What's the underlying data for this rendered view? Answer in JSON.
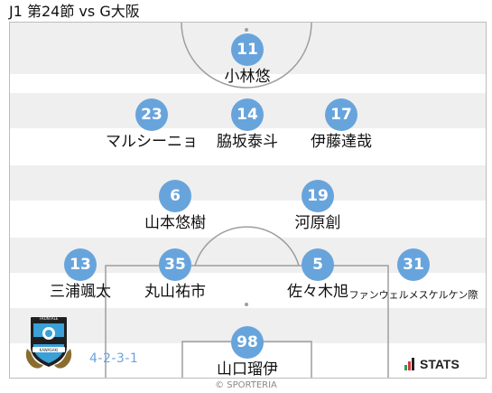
{
  "header": {
    "title": "J1 第24節 vs G大阪"
  },
  "formation": "4-2-3-1",
  "players": [
    {
      "number": "11",
      "name": "小林悠"
    },
    {
      "number": "23",
      "name": "マルシーニョ"
    },
    {
      "number": "14",
      "name": "脇坂泰斗"
    },
    {
      "number": "17",
      "name": "伊藤達哉"
    },
    {
      "number": "6",
      "name": "山本悠樹"
    },
    {
      "number": "19",
      "name": "河原創"
    },
    {
      "number": "13",
      "name": "三浦颯太"
    },
    {
      "number": "35",
      "name": "丸山祐市"
    },
    {
      "number": "5",
      "name": "佐々木旭"
    },
    {
      "number": "31",
      "name": "ファンウェルメスケルケン際"
    },
    {
      "number": "98",
      "name": "山口瑠伊"
    }
  ],
  "brand": {
    "stats_label": "STATS"
  },
  "crest": {
    "text_top": "FRONTALE",
    "text_bottom": "KAWASAKI"
  },
  "footer": {
    "copyright": "© SPORTERIA"
  },
  "colors": {
    "player_badge": "#68a4dc",
    "stripe": "#efefef",
    "pitch_line": "#9e9e9e",
    "formation_text": "#68a4dc"
  },
  "icons": {
    "brand_logo": "stats-bars-icon",
    "team_crest": "kawasaki-frontale-crest-icon"
  }
}
